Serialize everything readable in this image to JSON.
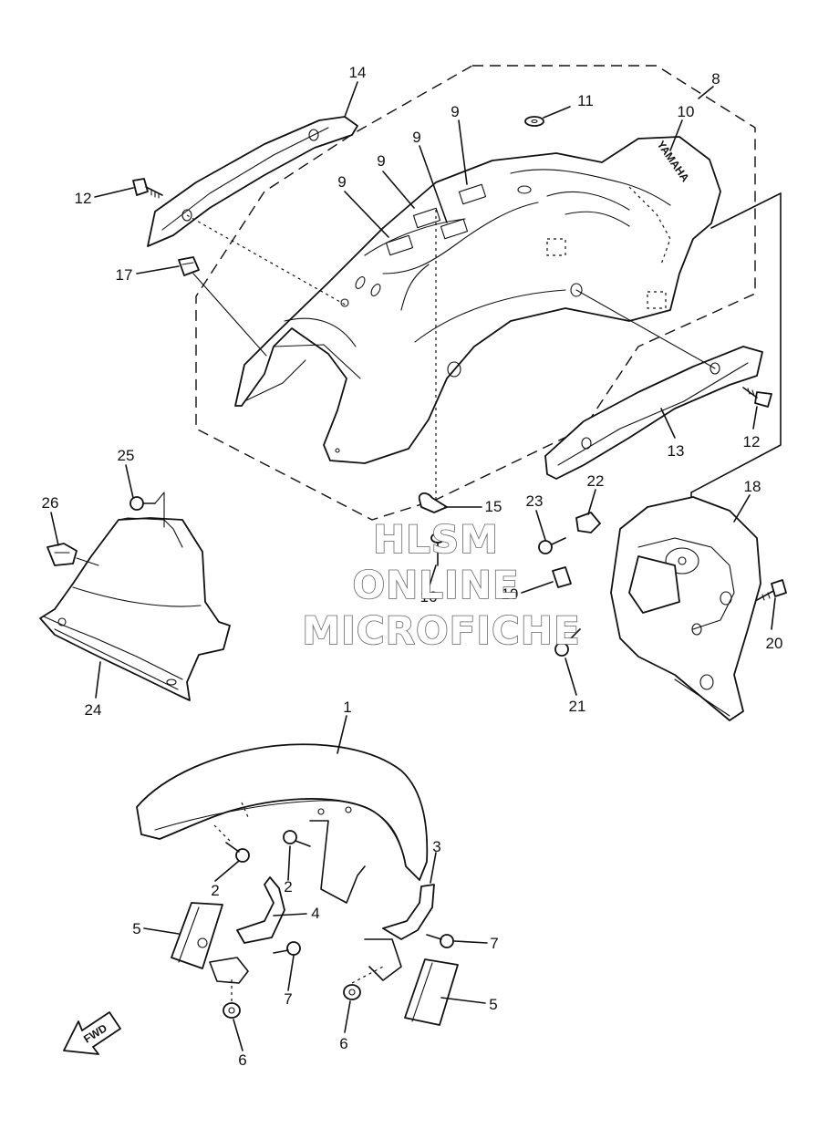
{
  "watermark": {
    "line1": "HLSM",
    "line2": "ONLINE",
    "line3": "MICROFICHE"
  },
  "brand_mark": "YAMAHA",
  "direction_arrow": "FWD",
  "callouts": {
    "c1": "1",
    "c2a": "2",
    "c2b": "2",
    "c3": "3",
    "c4": "4",
    "c5a": "5",
    "c5b": "5",
    "c6a": "6",
    "c6b": "6",
    "c7a": "7",
    "c7b": "7",
    "c8": "8",
    "c9a": "9",
    "c9b": "9",
    "c9c": "9",
    "c9d": "9",
    "c10": "10",
    "c11": "11",
    "c12a": "12",
    "c12b": "12",
    "c13": "13",
    "c14": "14",
    "c15": "15",
    "c16": "16",
    "c17": "17",
    "c18": "18",
    "c19": "19",
    "c20": "20",
    "c21": "21",
    "c22": "22",
    "c23": "23",
    "c24": "24",
    "c25": "25",
    "c26": "26"
  },
  "colors": {
    "line": "#111111",
    "background": "#ffffff",
    "watermark_outline": "#666666"
  }
}
